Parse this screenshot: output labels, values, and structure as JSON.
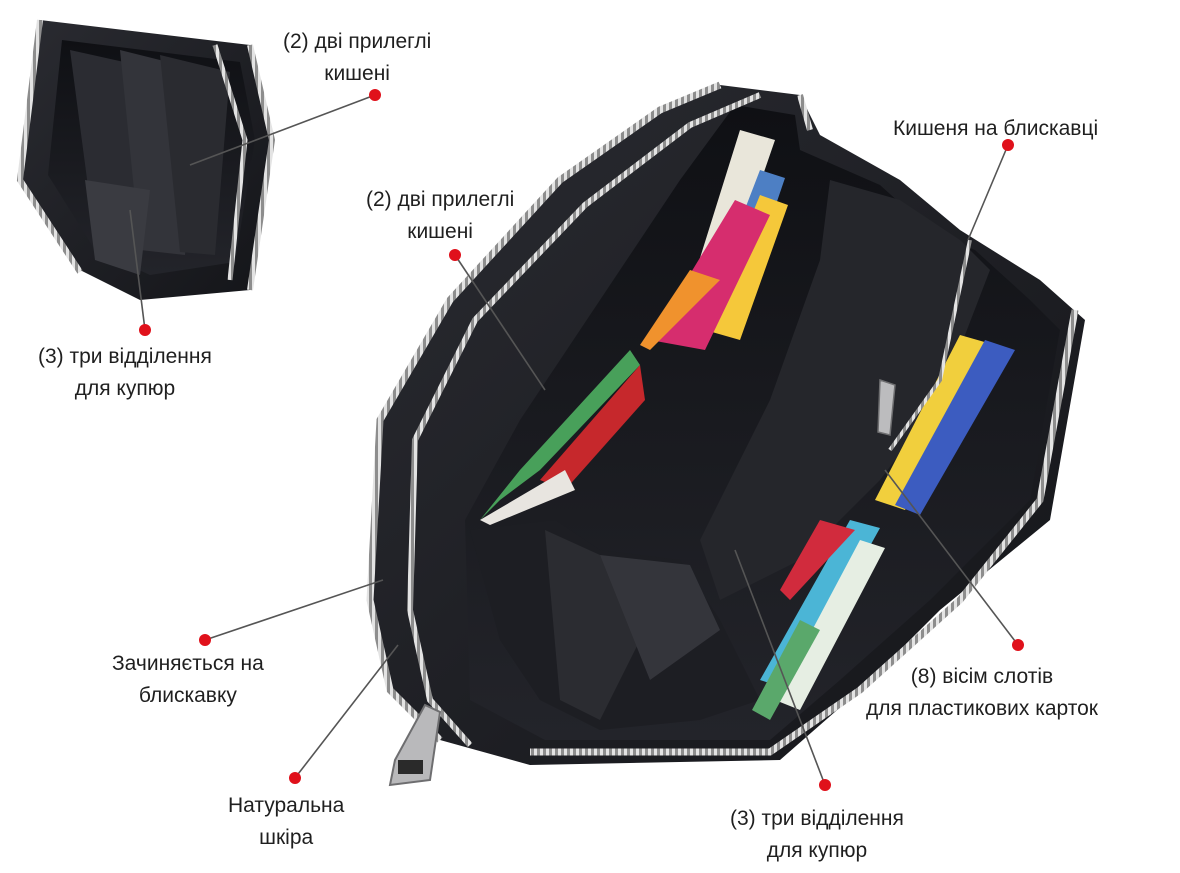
{
  "callouts": {
    "top_small_pockets": {
      "line1": "(2) дві прилеглі",
      "line2": "кишені"
    },
    "small_compartments": {
      "line1": "(3) три відділення",
      "line2": "для купюр"
    },
    "main_pockets": {
      "line1": "(2) дві прилеглі",
      "line2": "кишені"
    },
    "zip_pocket": {
      "line1": "Кишеня на блискавці"
    },
    "zipper_closure": {
      "line1": "Зачиняється на",
      "line2": "блискавку"
    },
    "genuine_leather": {
      "line1": "Натуральна",
      "line2": "шкіра"
    },
    "card_slots": {
      "line1": "(8) вісім слотів",
      "line2": "для пластикових карток"
    },
    "main_compartments": {
      "line1": "(3) три відділення",
      "line2": "для купюр"
    }
  },
  "colors": {
    "marker": "#e0111b",
    "leader_line": "#555555",
    "leather": "#1b1c21",
    "leather_light": "#2c2d33",
    "zipper": "#c9c9c9",
    "text": "#1f1f1f"
  },
  "icons": [
    "red-dot-marker"
  ]
}
